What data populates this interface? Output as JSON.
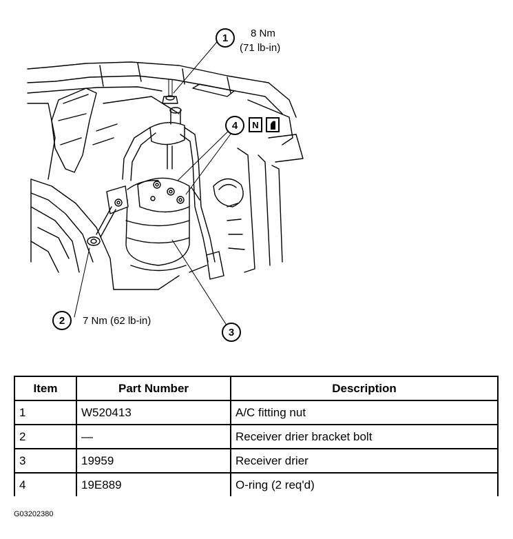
{
  "callouts": [
    {
      "num": "1",
      "line1": "8 Nm",
      "line2": "(71 lb-in)"
    },
    {
      "num": "2",
      "line1": "7 Nm (62 lb-in)"
    },
    {
      "num": "3"
    },
    {
      "num": "4",
      "icon1": "N"
    }
  ],
  "table": {
    "headers": [
      "Item",
      "Part Number",
      "Description"
    ],
    "rows": [
      [
        "1",
        "W520413",
        "A/C fitting nut"
      ],
      [
        "2",
        "—",
        "Receiver drier bracket bolt"
      ],
      [
        "3",
        "19959",
        "Receiver drier"
      ],
      [
        "4",
        "19E889",
        "O-ring (2 req'd)"
      ]
    ]
  },
  "figure_id": "G03202380",
  "icons": [
    "new-part-icon",
    "lubricate-icon"
  ]
}
